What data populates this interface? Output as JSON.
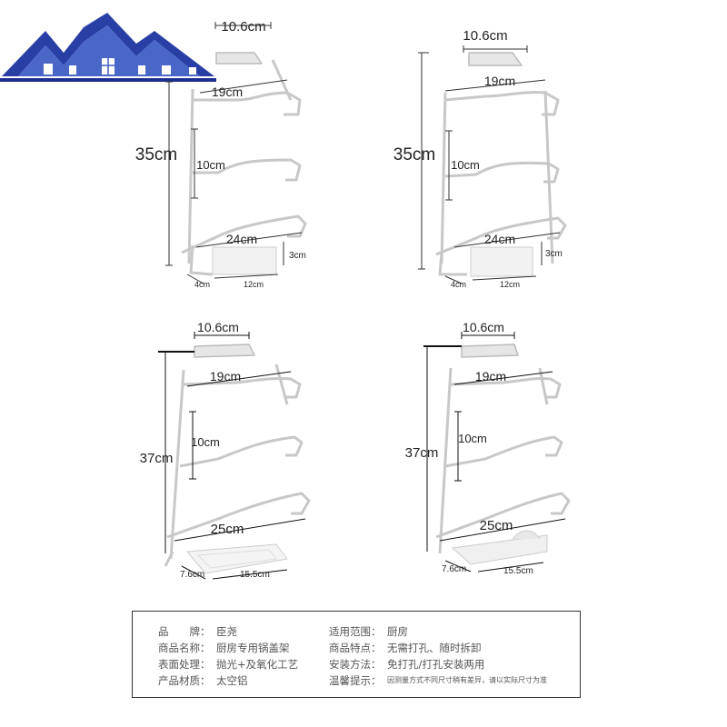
{
  "logo": {
    "icon": "house-roof-logo",
    "colors": {
      "roof": "#1c2f8f",
      "house": "#3e5bc0",
      "line": "#1c2f8f"
    }
  },
  "panels": [
    {
      "top_width": "10.6cm",
      "mid_width": "19cm",
      "height": "35cm",
      "spacing": "10cm",
      "bottom_width": "24cm",
      "tray_height": "3cm",
      "base_depth": "4cm",
      "base_width": "12cm"
    },
    {
      "top_width": "10.6cm",
      "mid_width": "19cm",
      "height": "35cm",
      "spacing": "10cm",
      "bottom_width": "24cm",
      "tray_height": "3cm",
      "base_depth": "4cm",
      "base_width": "12cm"
    },
    {
      "top_width": "10.6cm",
      "mid_width": "19cm",
      "height": "37cm",
      "spacing": "10cm",
      "bottom_width": "25cm",
      "base_depth": "7.6cm",
      "base_width": "15.5cm"
    },
    {
      "top_width": "10.6cm",
      "mid_width": "19cm",
      "height": "37cm",
      "spacing": "10cm",
      "bottom_width": "25cm",
      "base_depth": "7.6cm",
      "base_width": "15.5cm"
    }
  ],
  "specs": {
    "rows": [
      {
        "k1": "品　　牌：",
        "v1": "臣尧",
        "k2": "适用范围：",
        "v2": "厨房"
      },
      {
        "k1": "商品名称：",
        "v1": "厨房专用锅盖架",
        "k2": "商品特点：",
        "v2": "无需打孔、随时拆卸"
      },
      {
        "k1": "表面处理：",
        "v1": "抛光+及氧化工艺",
        "k2": "安装方法：",
        "v2": "免打孔/打孔安装两用"
      },
      {
        "k1": "产品材质：",
        "v1": "太空铝",
        "k2": "温馨提示：",
        "v2": "因测量方式不同尺寸稍有差异，请以实际尺寸为准"
      }
    ]
  }
}
